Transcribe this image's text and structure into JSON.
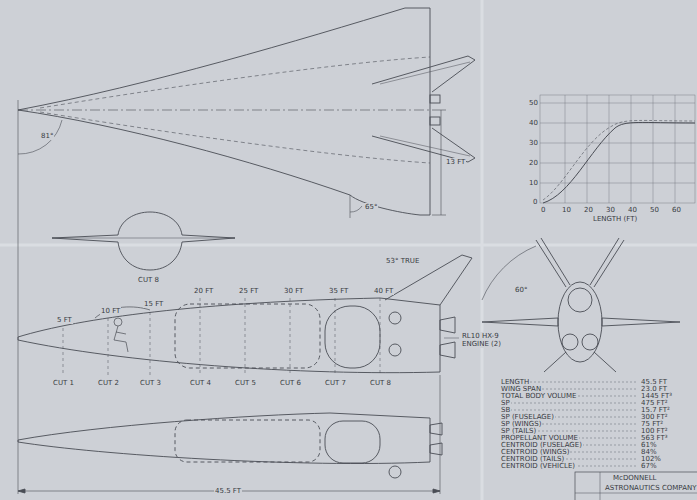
{
  "diagram": {
    "labels": [
      "81°",
      "65°",
      "13 FT",
      "CUT 8",
      "50",
      "40",
      "30",
      "20",
      "10",
      "0",
      "0",
      "10",
      "20",
      "30",
      "40",
      "50",
      "60",
      "LENGTH (FT)",
      "5 FT",
      "10 FT",
      "15 FT",
      "20 FT",
      "25 FT",
      "30 FT",
      "35 FT",
      "40 FT",
      "53° TRUE",
      "CUT 1",
      "CUT 2",
      "CUT 3",
      "CUT 4",
      "CUT 5",
      "CUT 6",
      "CUT 7",
      "CUT 8",
      "RL10 HX-9 ENGINE (2)",
      "60°",
      "45.5 FT",
      "LENGTH",
      "45.5 FT",
      "WING SPAN",
      "23.0 FT",
      "TOTAL BODY VOLUME",
      "1445 FT³",
      "SP",
      "475 FT²",
      "SB",
      "15.7 FT²",
      "SP (FUSELAGE)",
      "300 FT²",
      "SP (WINGS)",
      "75 FT²",
      "SP (TAILS)",
      "100 FT²",
      "PROPELLANT VOLUME",
      "563 FT³",
      "CENTROID (FUSELAGE)",
      "61%",
      "CENTROID (WINGS)",
      "84%",
      "CENTROID (TAILS)",
      "102%",
      "CENTROID (VEHICLE)",
      "67%",
      "McDONNELL",
      "ASTRONAUTICS COMPANY"
    ]
  }
}
